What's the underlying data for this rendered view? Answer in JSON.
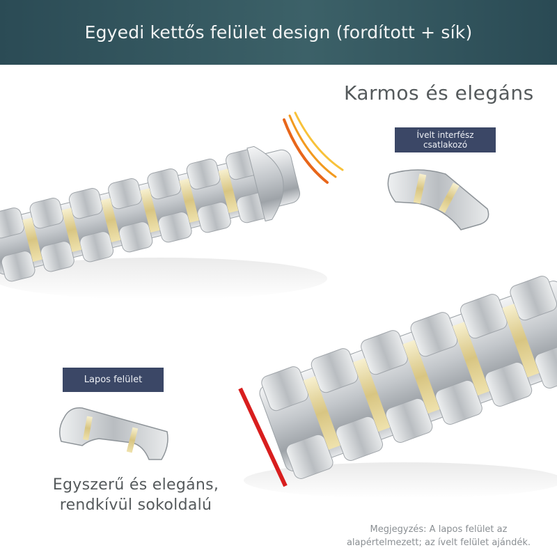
{
  "header": {
    "title": "Egyedi kettős felület design (fordított + sík)"
  },
  "labels": {
    "curved_tagline": "Karmos és elegáns",
    "curved_badge": [
      "Ívelt interfész",
      "csatlakozó"
    ],
    "flat_badge": "Lapos felület",
    "flat_tagline": [
      "Egyszerű és elegáns,",
      "rendkívül sokoldalú"
    ]
  },
  "note": [
    "Megjegyzés: A lapos felület az",
    "alapértelmezett; az ívelt felület ajándék."
  ],
  "colors": {
    "header_bg": "#34575f",
    "badge_bg": "#3b4766",
    "steel": "#c9cdd1",
    "gold": "#d9c98a",
    "accent_red": "#d81e1e",
    "accent_orange": "#f5a623"
  },
  "icons": [
    "curved-motion-icon",
    "straight-edge-marker-icon"
  ]
}
